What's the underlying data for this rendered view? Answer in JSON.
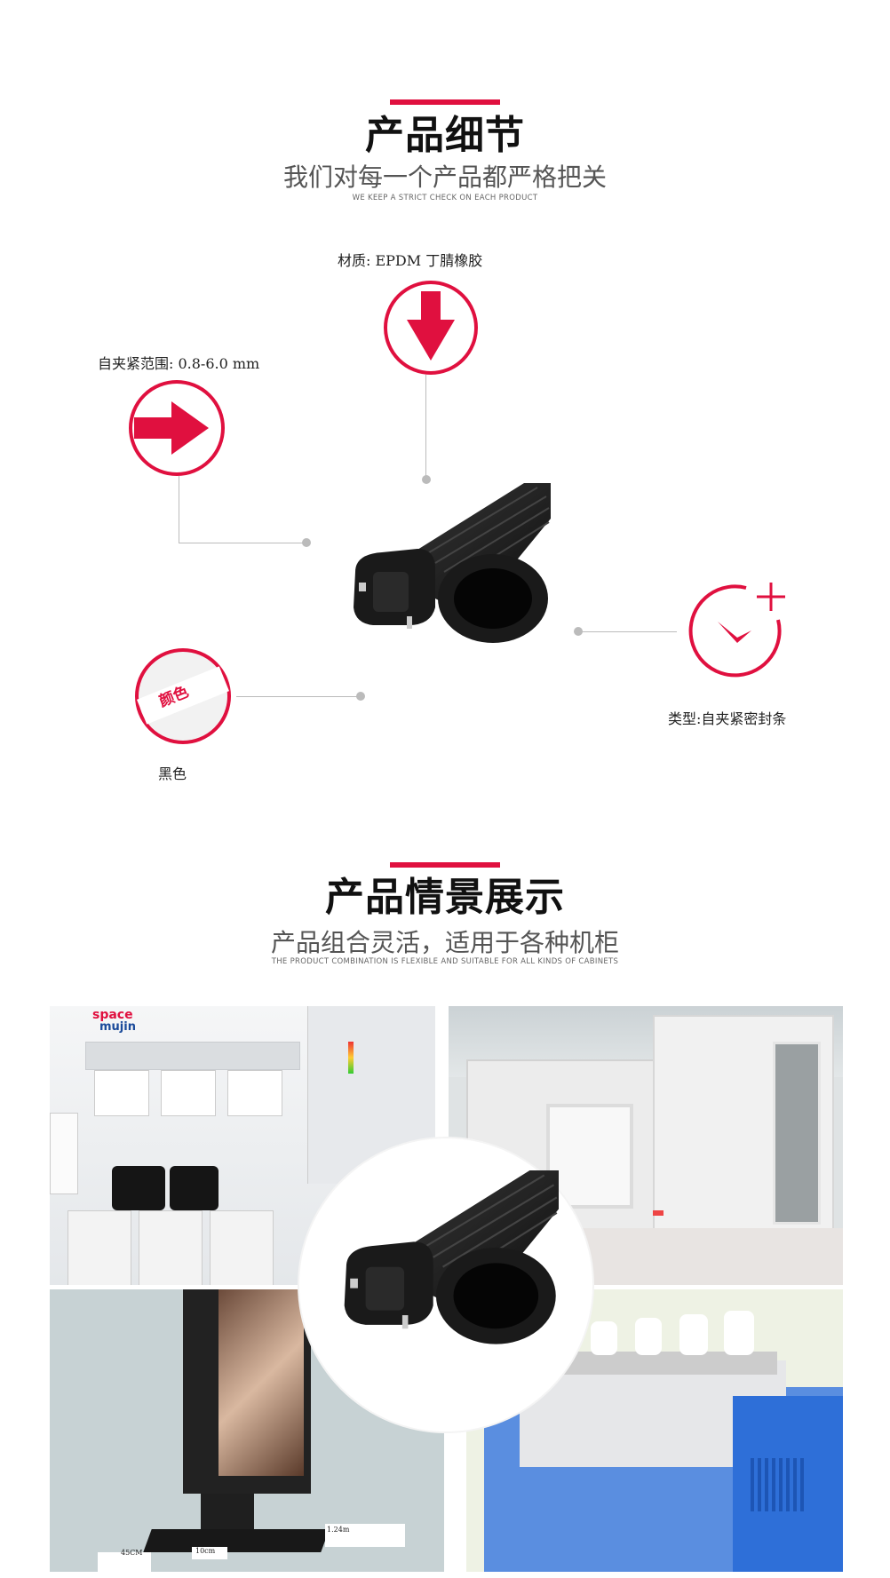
{
  "section1": {
    "title": "产品细节",
    "subtitle": "我们对每一个产品都严格把关",
    "subtitle_en": "WE KEEP A STRICT CHECK ON EACH PRODUCT",
    "specs": {
      "material": "材质: EPDM  丁腈橡胶",
      "clamp_range": "自夹紧范围: 0.8-6.0 mm",
      "color_badge": "颜色",
      "color_value": "黑色",
      "type": "类型:自夹紧密封条"
    }
  },
  "section2": {
    "title": "产品情景展示",
    "subtitle": "产品组合灵活，适用于各种机柜",
    "subtitle_en": "THE PRODUCT COMBINATION IS FLEXIBLE AND SUITABLE FOR ALL KINDS OF CABINETS",
    "photo1_brand_line1": "space",
    "photo1_brand_line2": "mujin",
    "photo3_dim1": "45CM",
    "photo3_dim2": "10cm",
    "photo3_dim3": "1.24m"
  },
  "colors": {
    "accent": "#e0103f",
    "connector": "#bbbbbb",
    "product": "#1a1a1a"
  }
}
